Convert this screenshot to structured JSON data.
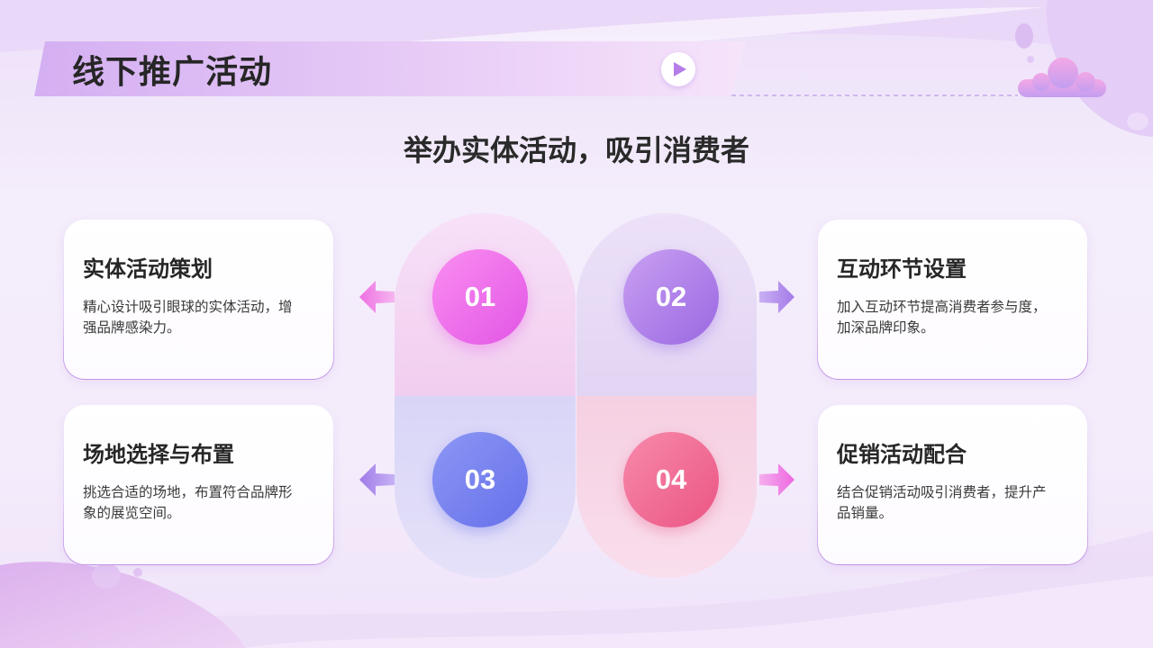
{
  "header": {
    "title": "线下推广活动"
  },
  "subtitle": "举办实体活动，吸引消费者",
  "icons": {
    "play": "play-icon",
    "arrow_left": "arrow-left-icon",
    "arrow_right": "arrow-right-icon",
    "cloud": "cloud-icon"
  },
  "steps": [
    {
      "number": "01",
      "title": "实体活动策划",
      "desc": "精心设计吸引眼球的实体活动，增强品牌感染力。",
      "badge_colors": [
        "#fa8ef0",
        "#e255e6"
      ]
    },
    {
      "number": "02",
      "title": "互动环节设置",
      "desc": "加入互动环节提高消费者参与度，加深品牌印象。",
      "badge_colors": [
        "#c9a0f2",
        "#9a68e2"
      ]
    },
    {
      "number": "03",
      "title": "场地选择与布置",
      "desc": "挑选合适的场地，布置符合品牌形象的展览空间。",
      "badge_colors": [
        "#8c97f5",
        "#6670ea"
      ]
    },
    {
      "number": "04",
      "title": "促销活动配合",
      "desc": "结合促销活动吸引消费者，提升产品销量。",
      "badge_colors": [
        "#f78aaa",
        "#eb5584"
      ]
    }
  ],
  "colors": {
    "title_text": "#262626",
    "accent_purple": "#b57de8",
    "accent_pink": "#ee6fe3",
    "background": "#f4ecfb"
  }
}
